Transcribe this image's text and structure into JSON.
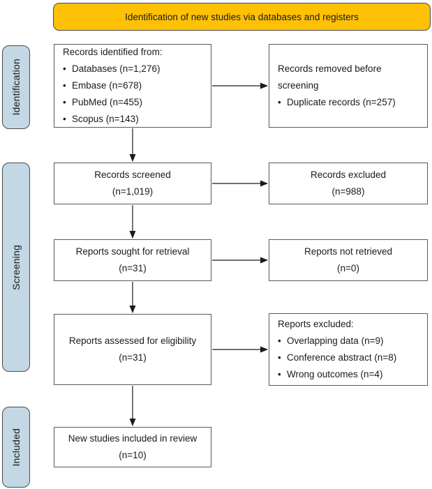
{
  "banner": {
    "label": "Identification of new studies via databases and registers"
  },
  "colors": {
    "banner_bg": "#fec106",
    "sidebar_bg": "#c3d8e4",
    "box_border": "#595959",
    "arrow": "#1a1a1a"
  },
  "sidebar": {
    "labels": [
      "Identification",
      "Screening",
      "Included"
    ]
  },
  "flow": {
    "identified": {
      "title": "Records identified from:",
      "bullets": [
        "Databases (n=1,276)",
        "Embase (n=678)",
        "PubMed (n=455)",
        "Scopus (n=143)"
      ]
    },
    "removed": {
      "title": "Records removed before screening",
      "bullets": [
        "Duplicate records (n=257)"
      ]
    },
    "screened": {
      "label": "Records screened",
      "count": "(n=1,019)"
    },
    "excluded": {
      "label": "Records excluded",
      "count": "(n=988)"
    },
    "sought": {
      "label": "Reports sought for retrieval",
      "count": "(n=31)"
    },
    "not_retrieved": {
      "label": "Reports not retrieved",
      "count": "(n=0)"
    },
    "assessed": {
      "label": "Reports assessed for eligibility",
      "count": "(n=31)"
    },
    "reports_excluded": {
      "title": "Reports excluded:",
      "bullets": [
        "Overlapping data (n=9)",
        "Conference abstract (n=8)",
        "Wrong outcomes (n=4)"
      ]
    },
    "new_included": {
      "label": "New studies included in review",
      "count": "(n=10)"
    }
  }
}
